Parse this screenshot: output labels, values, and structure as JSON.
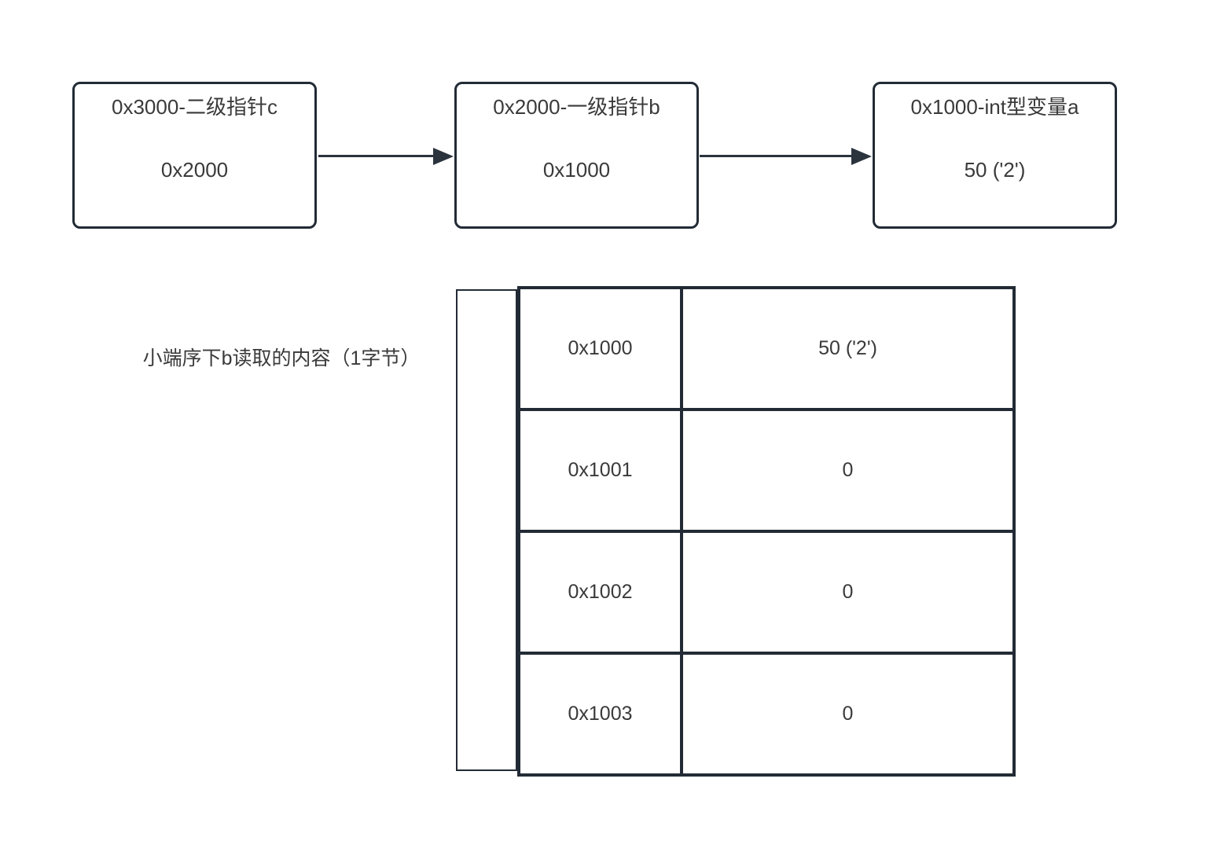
{
  "nodes": [
    {
      "title": "0x3000-二级指针c",
      "value": "0x2000"
    },
    {
      "title": "0x2000-一级指针b",
      "value": "0x1000"
    },
    {
      "title": "0x1000-int型变量a",
      "value": "50 ('2')"
    }
  ],
  "caption": "小端序下b读取的内容（1字节）",
  "memory_table": {
    "rows": [
      {
        "address": "0x1000",
        "value": "50 ('2')"
      },
      {
        "address": "0x1001",
        "value": "0"
      },
      {
        "address": "0x1002",
        "value": "0"
      },
      {
        "address": "0x1003",
        "value": "0"
      }
    ]
  },
  "icons": {
    "arrow_head": "right-pointing solid triangle"
  },
  "colors": {
    "border": "#222b35",
    "text": "#3a3a3a",
    "background": "#ffffff"
  }
}
